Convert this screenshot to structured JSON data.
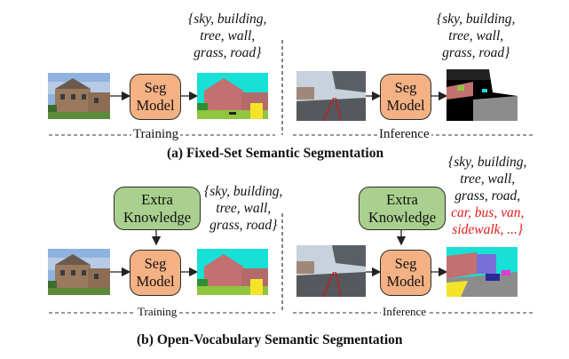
{
  "fixed": {
    "train_classes": [
      "{sky, building,",
      "tree, wall,",
      "grass, road}"
    ],
    "infer_classes": [
      "{sky, building,",
      "tree, wall,",
      "grass, road}"
    ],
    "train_model": [
      "Seg",
      "Model"
    ],
    "infer_model": [
      "Seg",
      "Model"
    ],
    "training_label": "Training",
    "inference_label": "Inference",
    "caption": "(a) Fixed-Set Semantic Segmentation"
  },
  "open": {
    "train_classes": [
      "{sky, building,",
      "tree, wall,",
      "grass, road}"
    ],
    "infer_classes": [
      "{sky, building,",
      "tree, wall,",
      "grass, road,"
    ],
    "infer_classes_red": [
      "car, bus, van,",
      "sidewalk, ...}"
    ],
    "train_knowledge": [
      "Extra",
      "Knowledge"
    ],
    "infer_knowledge": [
      "Extra",
      "Knowledge"
    ],
    "train_model": [
      "Seg",
      "Model"
    ],
    "infer_model": [
      "Seg",
      "Model"
    ],
    "training_label": "Training",
    "inference_label": "Inference",
    "caption": "(b) Open-Vocabulary Semantic Segmentation"
  },
  "colors": {
    "seg_model": "#f4b183",
    "knowledge": "#a9d08e",
    "novel_classes": "#e21b1b"
  }
}
